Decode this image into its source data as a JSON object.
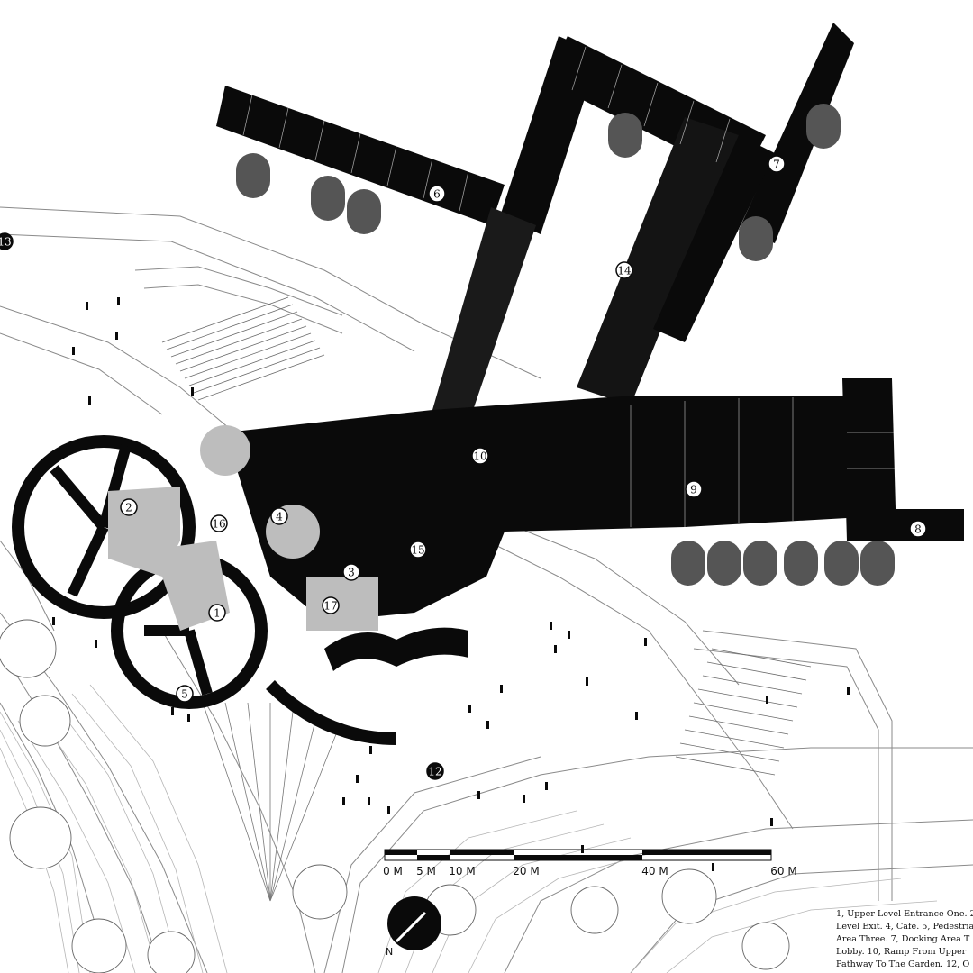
{
  "markers": [
    {
      "num": "1",
      "style": "light"
    },
    {
      "num": "2",
      "style": "light"
    },
    {
      "num": "3",
      "style": "light"
    },
    {
      "num": "4",
      "style": "light"
    },
    {
      "num": "5",
      "style": "light"
    },
    {
      "num": "6",
      "style": "light"
    },
    {
      "num": "7",
      "style": "light"
    },
    {
      "num": "8",
      "style": "light"
    },
    {
      "num": "9",
      "style": "light"
    },
    {
      "num": "10",
      "style": "light"
    },
    {
      "num": "12",
      "style": "dark"
    },
    {
      "num": "13",
      "style": "dark"
    },
    {
      "num": "14",
      "style": "light"
    },
    {
      "num": "15",
      "style": "light"
    },
    {
      "num": "16",
      "style": "light"
    },
    {
      "num": "17",
      "style": "light"
    }
  ],
  "scale_bar": {
    "ticks": [
      "0 M",
      "5 M",
      "10 M",
      "20 M",
      "40 M",
      "60 M"
    ]
  },
  "north_arrow": {
    "label": "N"
  },
  "legend_lines": [
    "1, Upper Level Entrance One. 2",
    "Level Exit. 4, Cafe. 5, Pedestrian",
    "Area Three. 7, Docking Area T",
    "Lobby. 10, Ramp From Upper",
    "Pathway To The Garden. 12, O"
  ],
  "colors": {
    "ink": "#0a0a0a",
    "grey": "#bdbdbd",
    "dark_grey": "#6e6e6e",
    "paper": "#ffffff",
    "hatch": "#9a9a9a"
  }
}
